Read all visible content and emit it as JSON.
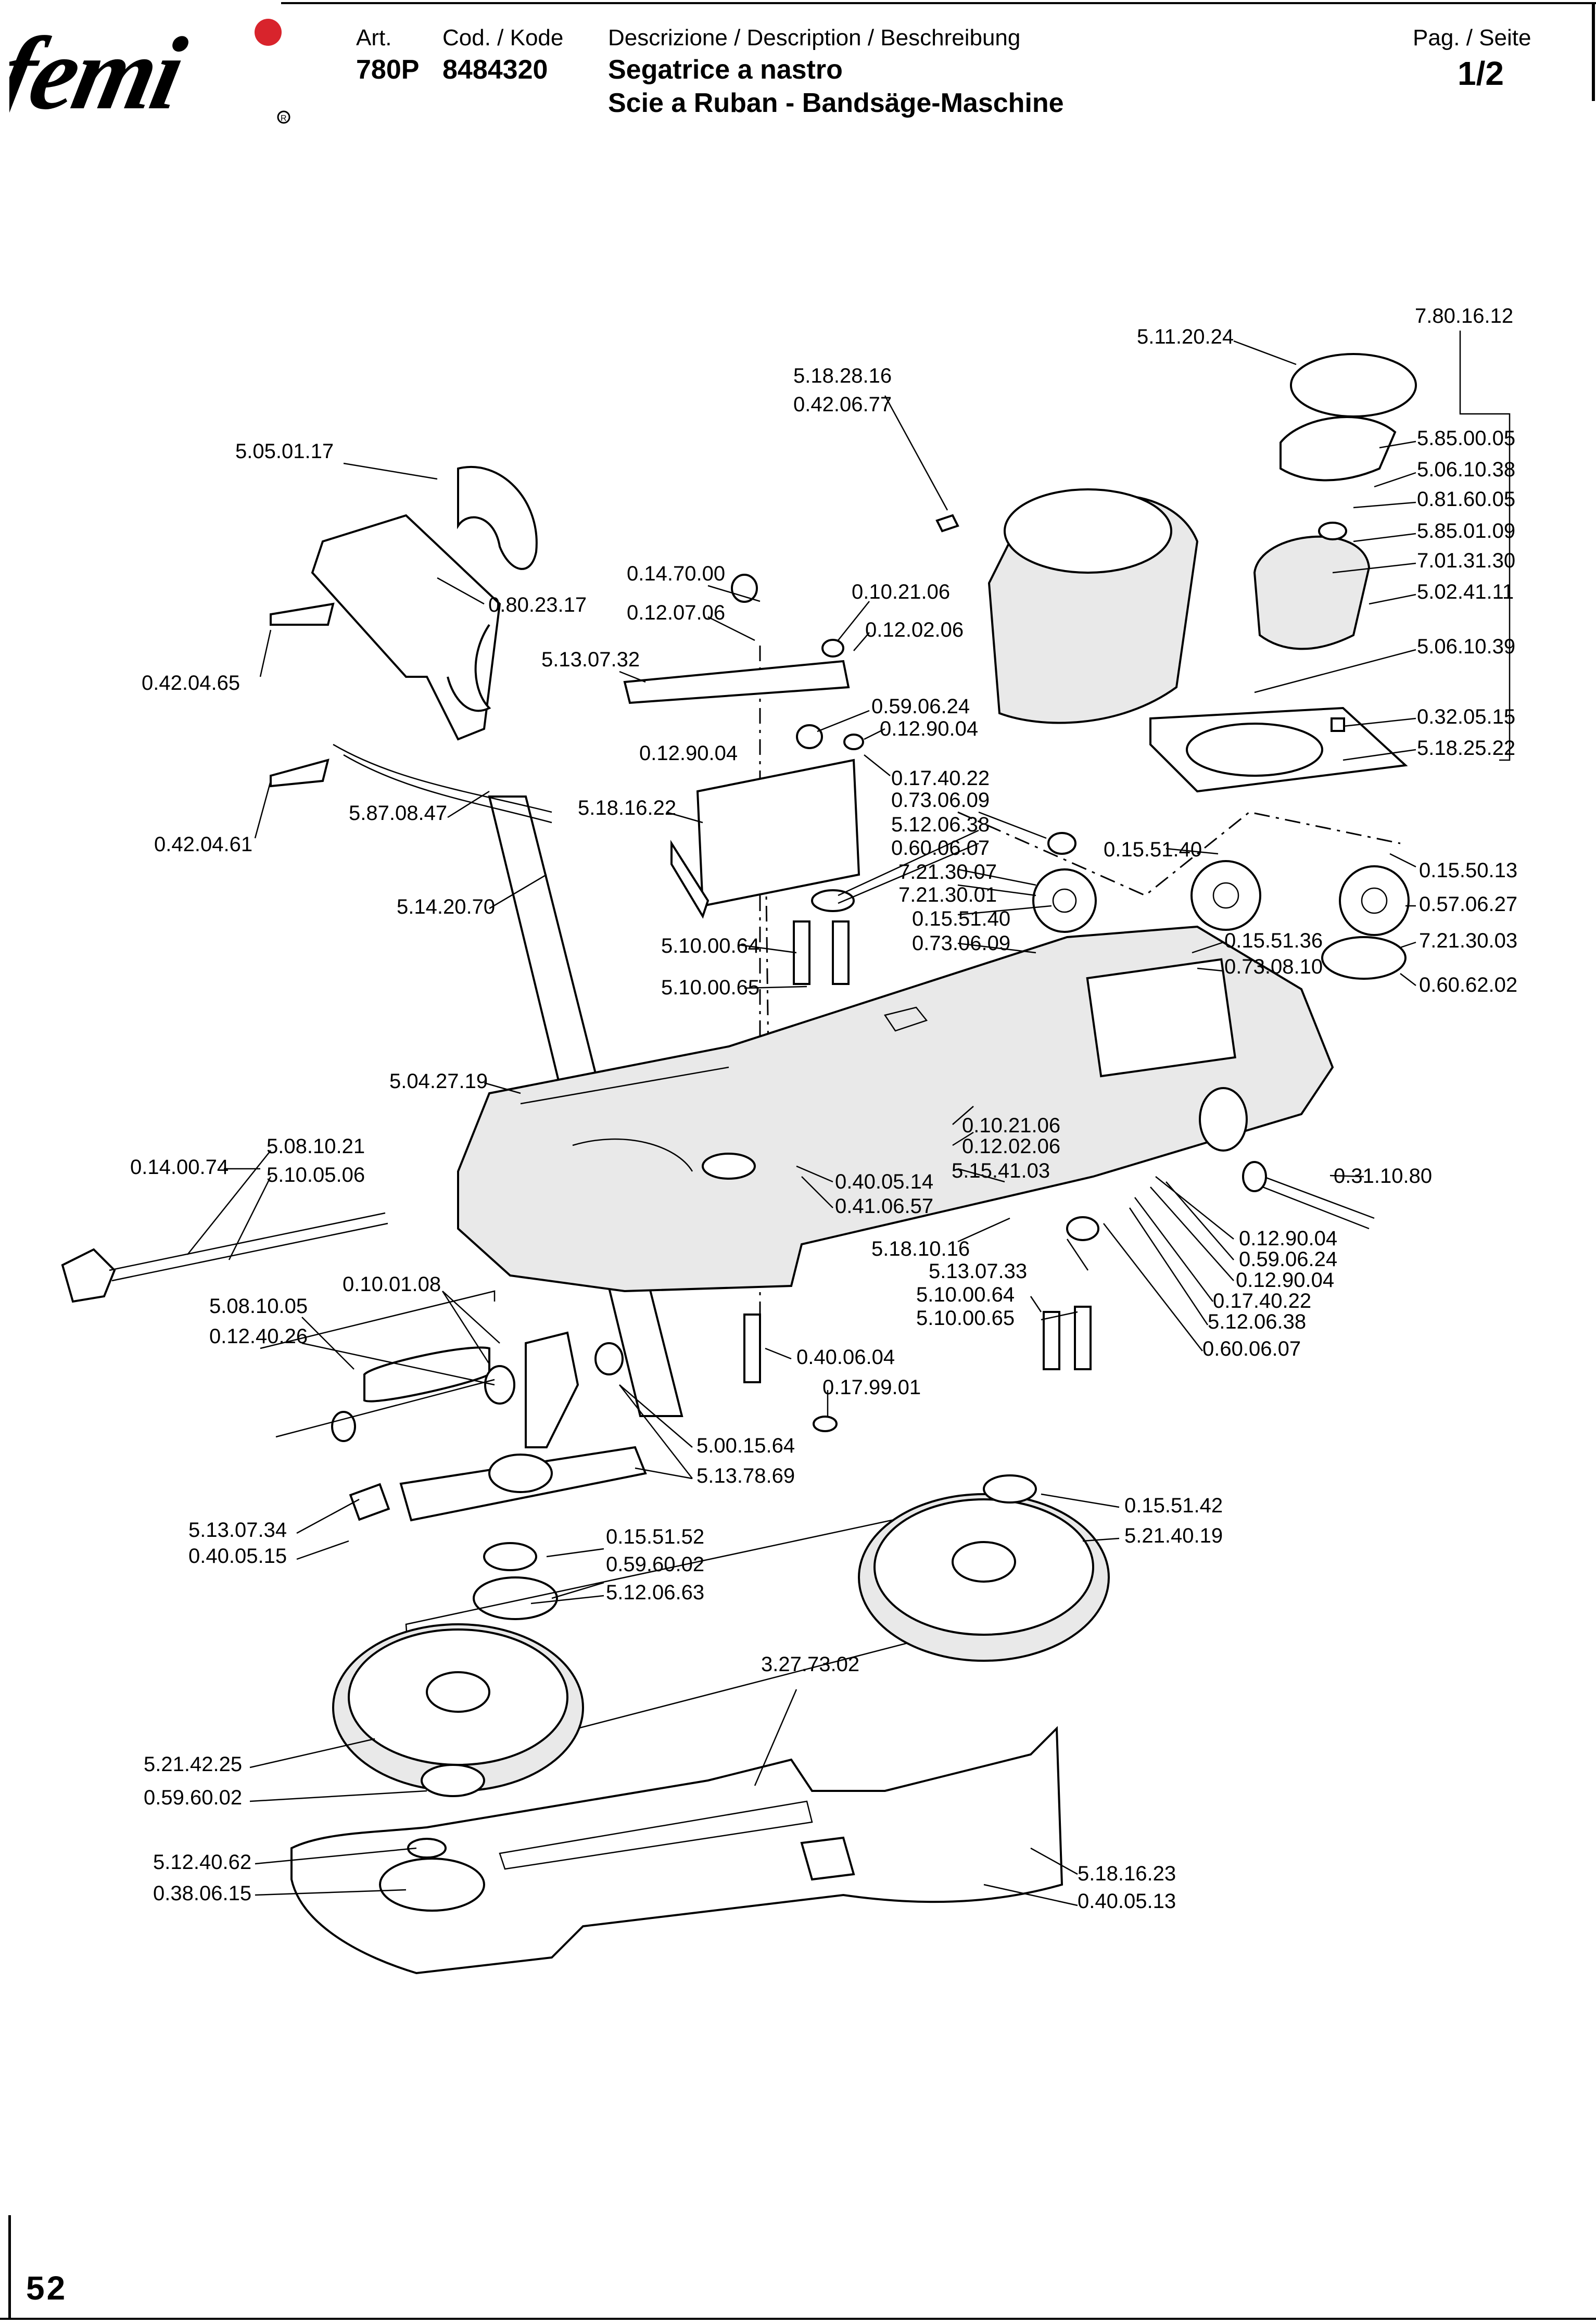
{
  "header": {
    "brand": "femi",
    "art_label": "Art.",
    "art_value": "780P",
    "code_label": "Cod. / Kode",
    "code_value": "8484320",
    "desc_label": "Descrizione / Description / Beschreibung",
    "desc_line1": "Segatrice a nastro",
    "desc_line2": "Scie a Ruban - Bandsäge-Maschine",
    "page_label": "Pag. / Seite",
    "page_value": "1/2"
  },
  "footer": {
    "page_number": "52"
  },
  "parts": [
    "7.80.16.12",
    "5.11.20.24",
    "5.18.28.16",
    "0.42.06.77",
    "5.05.01.17",
    "0.80.23.17",
    "0.42.04.65",
    "0.42.04.61",
    "5.87.08.47",
    "5.14.20.70",
    "0.14.70.00",
    "0.12.07.06",
    "5.13.07.32",
    "0.10.21.06",
    "0.12.02.06",
    "0.59.06.24",
    "0.12.90.04",
    "0.12.90.04",
    "0.17.40.22",
    "5.18.16.22",
    "0.73.06.09",
    "5.12.06.38",
    "0.60.06.07",
    "7.21.30.07",
    "7.21.30.01",
    "0.15.51.40",
    "0.73.06.09",
    "5.10.00.64",
    "5.10.00.65",
    "0.15.51.40",
    "0.15.51.36",
    "0.73.08.10",
    "5.85.00.05",
    "5.06.10.38",
    "0.81.60.05",
    "5.85.01.09",
    "7.01.31.30",
    "5.02.41.11",
    "5.06.10.39",
    "0.32.05.15",
    "5.18.25.22",
    "0.15.50.13",
    "0.57.06.27",
    "7.21.30.03",
    "0.60.62.02",
    "5.04.27.19",
    "0.14.00.74",
    "5.08.10.21",
    "5.10.05.06",
    "0.10.21.06",
    "0.12.02.06",
    "5.15.41.03",
    "0.40.05.14",
    "0.41.06.57",
    "5.18.10.16",
    "5.13.07.33",
    "5.10.00.64",
    "5.10.00.65",
    "0.31.10.80",
    "0.12.90.04",
    "0.59.06.24",
    "0.12.90.04",
    "0.17.40.22",
    "5.12.06.38",
    "0.60.06.07",
    "0.10.01.08",
    "5.08.10.05",
    "0.12.40.26",
    "0.40.06.04",
    "0.17.99.01",
    "5.00.15.64",
    "5.13.78.69",
    "5.13.07.34",
    "0.40.05.15",
    "0.15.51.52",
    "0.59.60.02",
    "5.12.06.63",
    "0.15.51.42",
    "5.21.40.19",
    "3.27.73.02",
    "5.21.42.25",
    "0.59.60.02",
    "5.12.40.62",
    "0.38.06.15",
    "5.18.16.23",
    "0.40.05.13"
  ]
}
